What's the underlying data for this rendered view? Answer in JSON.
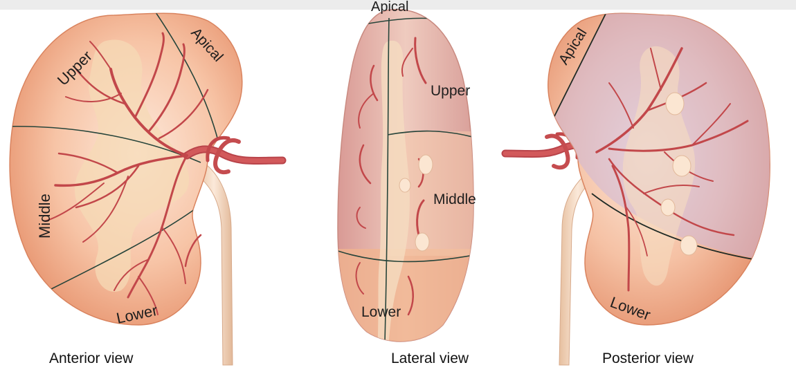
{
  "anterior": {
    "caption": "Anterior view",
    "segments": {
      "upper": "Upper",
      "apical": "Apical",
      "middle": "Middle",
      "lower": "Lower"
    }
  },
  "lateral": {
    "caption": "Lateral view",
    "segments": {
      "apical": "Apical",
      "upper": "Upper",
      "middle": "Middle",
      "lower": "Lower"
    }
  },
  "posterior": {
    "caption": "Posterior view",
    "segments": {
      "apical": "Apical",
      "lower": "Lower"
    }
  },
  "colors": {
    "kidney_fill": "#eea17e",
    "kidney_highlight": "#fbe3d3",
    "vessel": "#c2474a",
    "ureter": "#efd0b5",
    "segment_line": "#26443a",
    "posterior_overlay": "#c9b6dc"
  }
}
